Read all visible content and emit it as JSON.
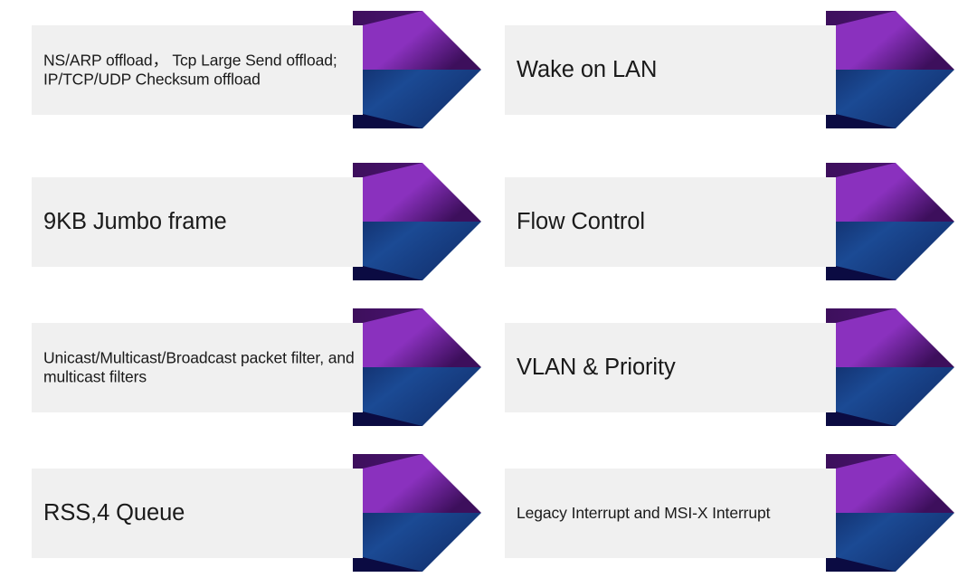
{
  "page": {
    "title": "Network Controller Feature List",
    "background_color": "#FFFFFF",
    "layout": "two-column chevron banner list, 4 rows"
  },
  "style": {
    "plate_color": "#F0F0F0",
    "text_color": "#1A1A1A",
    "chevron_purple_dark": "#3D0F5C",
    "chevron_purple_light": "#8A31BE",
    "chevron_purple_deep": "#4B1470",
    "chevron_navy_dark": "#0B0B42",
    "chevron_navy_mid": "#1B4A94",
    "chevron_navy_deep": "#12306E"
  },
  "items": [
    {
      "id": "ns-arp-offload",
      "name": "checksum-offload-banner",
      "label": "NS/ARP offload， Tcp Large Send offload; IP/TCP/UDP Checksum offload",
      "size": "sm",
      "column": "left",
      "row": 1
    },
    {
      "id": "wake-on-lan",
      "name": "wake-on-lan-banner",
      "label": "Wake on LAN",
      "size": "lg",
      "column": "right",
      "row": 1
    },
    {
      "id": "jumbo-frame",
      "name": "jumbo-frame-banner",
      "label": "9KB Jumbo frame",
      "size": "lg",
      "column": "left",
      "row": 2
    },
    {
      "id": "flow-control",
      "name": "flow-control-banner",
      "label": "Flow Control",
      "size": "lg",
      "column": "right",
      "row": 2
    },
    {
      "id": "packet-filter",
      "name": "packet-filter-banner",
      "label": "Unicast/Multicast/Broadcast packet filter, and multicast filters",
      "size": "sm",
      "column": "left",
      "row": 3
    },
    {
      "id": "vlan-priority",
      "name": "vlan-priority-banner",
      "label": "VLAN & Priority",
      "size": "lg",
      "column": "right",
      "row": 3
    },
    {
      "id": "rss-queue",
      "name": "rss-queue-banner",
      "label": "RSS,4 Queue",
      "size": "lg",
      "column": "left",
      "row": 4
    },
    {
      "id": "interrupts",
      "name": "interrupt-banner",
      "label": "Legacy Interrupt and MSI-X Interrupt",
      "size": "sm",
      "column": "right",
      "row": 4
    }
  ]
}
